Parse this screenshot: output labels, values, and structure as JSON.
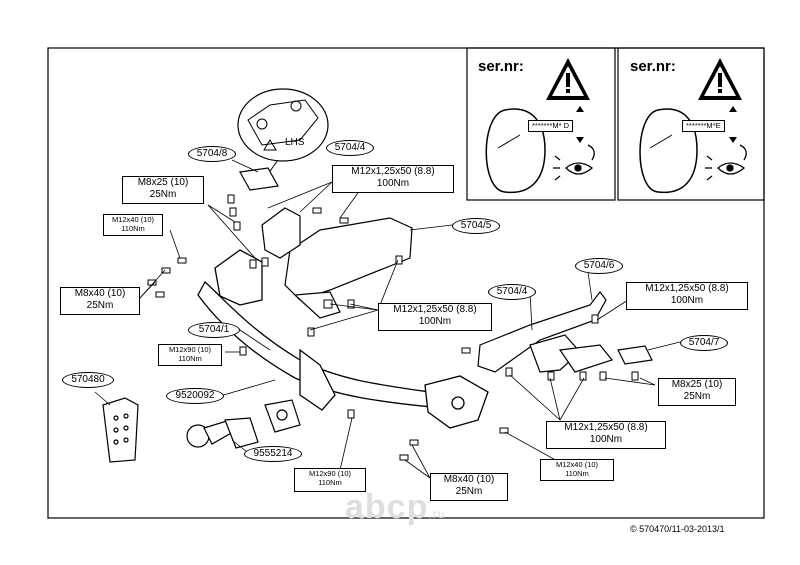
{
  "ser_panels": [
    {
      "label": "ser.nr:",
      "code": "*******M* D"
    },
    {
      "label": "ser.nr:",
      "code": "*******M*E"
    }
  ],
  "detail_warning": "LHS",
  "part_labels": {
    "p5704_8": "5704/8",
    "p5704_4_top": "5704/4",
    "p5704_5": "5704/5",
    "p5704_6": "5704/6",
    "p5704_4_right": "5704/4",
    "p5704_7": "5704/7",
    "p5704_1": "5704/1",
    "p570480": "570480",
    "p9520092": "9520092",
    "p9555214": "9555214"
  },
  "bolt_specs": {
    "m8x25_left": {
      "size": "M8x25 (10)",
      "torque": "25Nm"
    },
    "m12x40_left": {
      "size": "M12x40 (10)",
      "torque": "110Nm"
    },
    "m8x40_left": {
      "size": "M8x40 (10)",
      "torque": "25Nm"
    },
    "m12x125_top": {
      "size": "M12x1,25x50 (8.8)",
      "torque": "100Nm"
    },
    "m12x125_mid": {
      "size": "M12x1,25x50 (8.8)",
      "torque": "100Nm"
    },
    "m12x125_right": {
      "size": "M12x1,25x50 (8.8)",
      "torque": "100Nm"
    },
    "m12x90_left": {
      "size": "M12x90 (10)",
      "torque": "110Nm"
    },
    "m12x90_bottom": {
      "size": "M12x90 (10)",
      "torque": "110Nm"
    },
    "m8x25_right": {
      "size": "M8x25 (10)",
      "torque": "25Nm"
    },
    "m12x125_bottom": {
      "size": "M12x1,25x50 (8.8)",
      "torque": "100Nm"
    },
    "m12x40_bottom": {
      "size": "M12x40 (10)",
      "torque": "110Nm"
    },
    "m8x40_bottom": {
      "size": "M8x40 (10)",
      "torque": "25Nm"
    }
  },
  "footer": "© 570470/11-03-2013/1",
  "watermark": {
    "main": "abcp",
    "suffix": ".ru"
  }
}
